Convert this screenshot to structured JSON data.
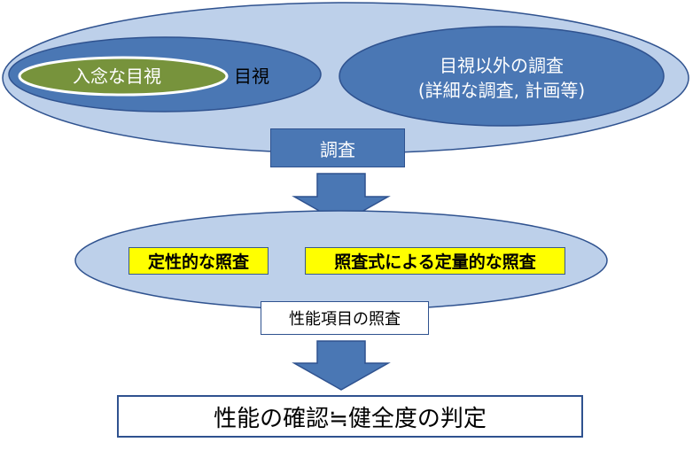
{
  "top_group": {
    "inner_label": "入念な目視",
    "visual_label": "目視",
    "other_line1": "目視以外の調査",
    "other_line2": "(詳細な調査, 計画等)"
  },
  "survey_label": "調査",
  "middle_group": {
    "qualitative_label": "定性的な照査",
    "quantitative_label": "照査式による定量的な照査",
    "performance_label": "性能項目の照査"
  },
  "final_label": "性能の確認≒健全度の判定",
  "colors": {
    "outer_ellipse_fill": "#bdd0ea",
    "ellipse_stroke": "#2f528f",
    "inner_blue_fill": "#4a77b4",
    "green_fill": "#77933c",
    "arrow_fill": "#4a77b4",
    "highlight_fill": "#ffff00"
  }
}
